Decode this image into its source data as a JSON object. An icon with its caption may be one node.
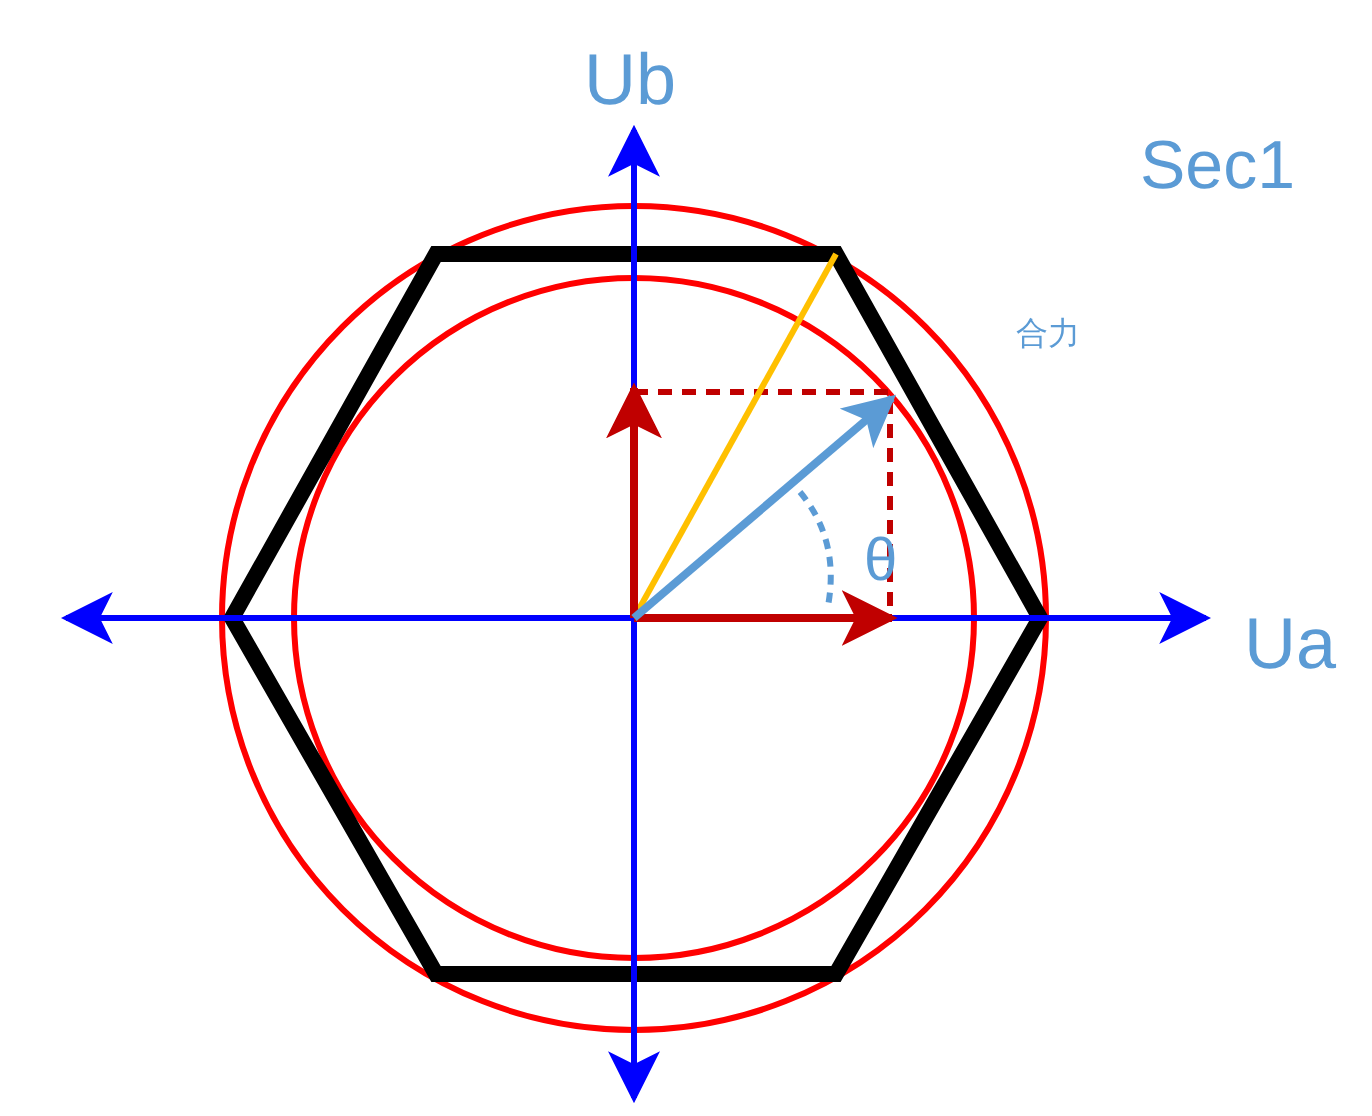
{
  "diagram": {
    "labels": [
      "Ub",
      "Sec1",
      "合力",
      "θ",
      "Ua"
    ]
  }
}
